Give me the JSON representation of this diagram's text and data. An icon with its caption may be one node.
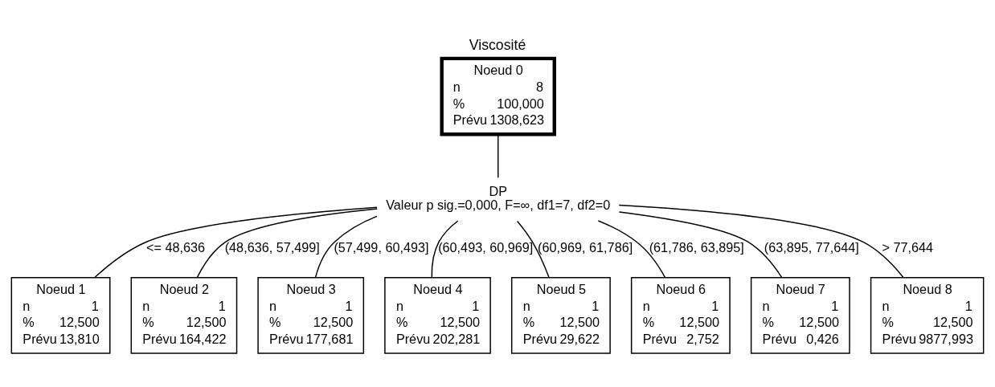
{
  "diagram": {
    "title": "Viscosité",
    "nodes": [
      {
        "text": [
          "Noeud 0",
          "n",
          "8",
          "%",
          "100,000",
          "Prévu",
          "1308,623"
        ]
      },
      {
        "text": [
          "DP",
          "Valeur p sig.=0,000, F=∞, df1=7, df2=0"
        ]
      },
      {
        "text": [
          "Noeud 1",
          "n",
          "1",
          "%",
          "12,500",
          "Prévu",
          "13,810"
        ]
      },
      {
        "text": [
          "Noeud 2",
          "n",
          "1",
          "%",
          "12,500",
          "Prévu",
          "164,422"
        ]
      },
      {
        "text": [
          "Noeud 3",
          "n",
          "1",
          "%",
          "12,500",
          "Prévu",
          "177,681"
        ]
      },
      {
        "text": [
          "Noeud 4",
          "n",
          "1",
          "%",
          "12,500",
          "Prévu",
          "202,281"
        ]
      },
      {
        "text": [
          "Noeud 5",
          "n",
          "1",
          "%",
          "12,500",
          "Prévu",
          "29,622"
        ]
      },
      {
        "text": [
          "Noeud 6",
          "n",
          "1",
          "%",
          "12,500",
          "Prévu",
          "2,752"
        ]
      },
      {
        "text": [
          "Noeud 7",
          "n",
          "1",
          "%",
          "12,500",
          "Prévu",
          "0,426"
        ]
      },
      {
        "text": [
          "Noeud 8",
          "n",
          "1",
          "%",
          "12,500",
          "Prévu",
          "9877,993"
        ]
      }
    ],
    "edges": [
      {
        "from": 0,
        "to": 1,
        "arrow": "none"
      },
      {
        "from": 1,
        "to": 2,
        "arrow": "none",
        "label": "<= 48,636"
      },
      {
        "from": 1,
        "to": 3,
        "arrow": "none",
        "label": "(48,636, 57,499]"
      },
      {
        "from": 1,
        "to": 4,
        "arrow": "none",
        "label": "(57,499, 60,493]"
      },
      {
        "from": 1,
        "to": 5,
        "arrow": "none",
        "label": "(60,493, 60,969]"
      },
      {
        "from": 1,
        "to": 6,
        "arrow": "none",
        "label": "(60,969, 61,786]"
      },
      {
        "from": 1,
        "to": 7,
        "arrow": "none",
        "label": "(61,786, 63,895]"
      },
      {
        "from": 1,
        "to": 8,
        "arrow": "none",
        "label": "(63,895, 77,644]"
      },
      {
        "from": 1,
        "to": 9,
        "arrow": "none",
        "label": "> 77,644"
      }
    ]
  }
}
